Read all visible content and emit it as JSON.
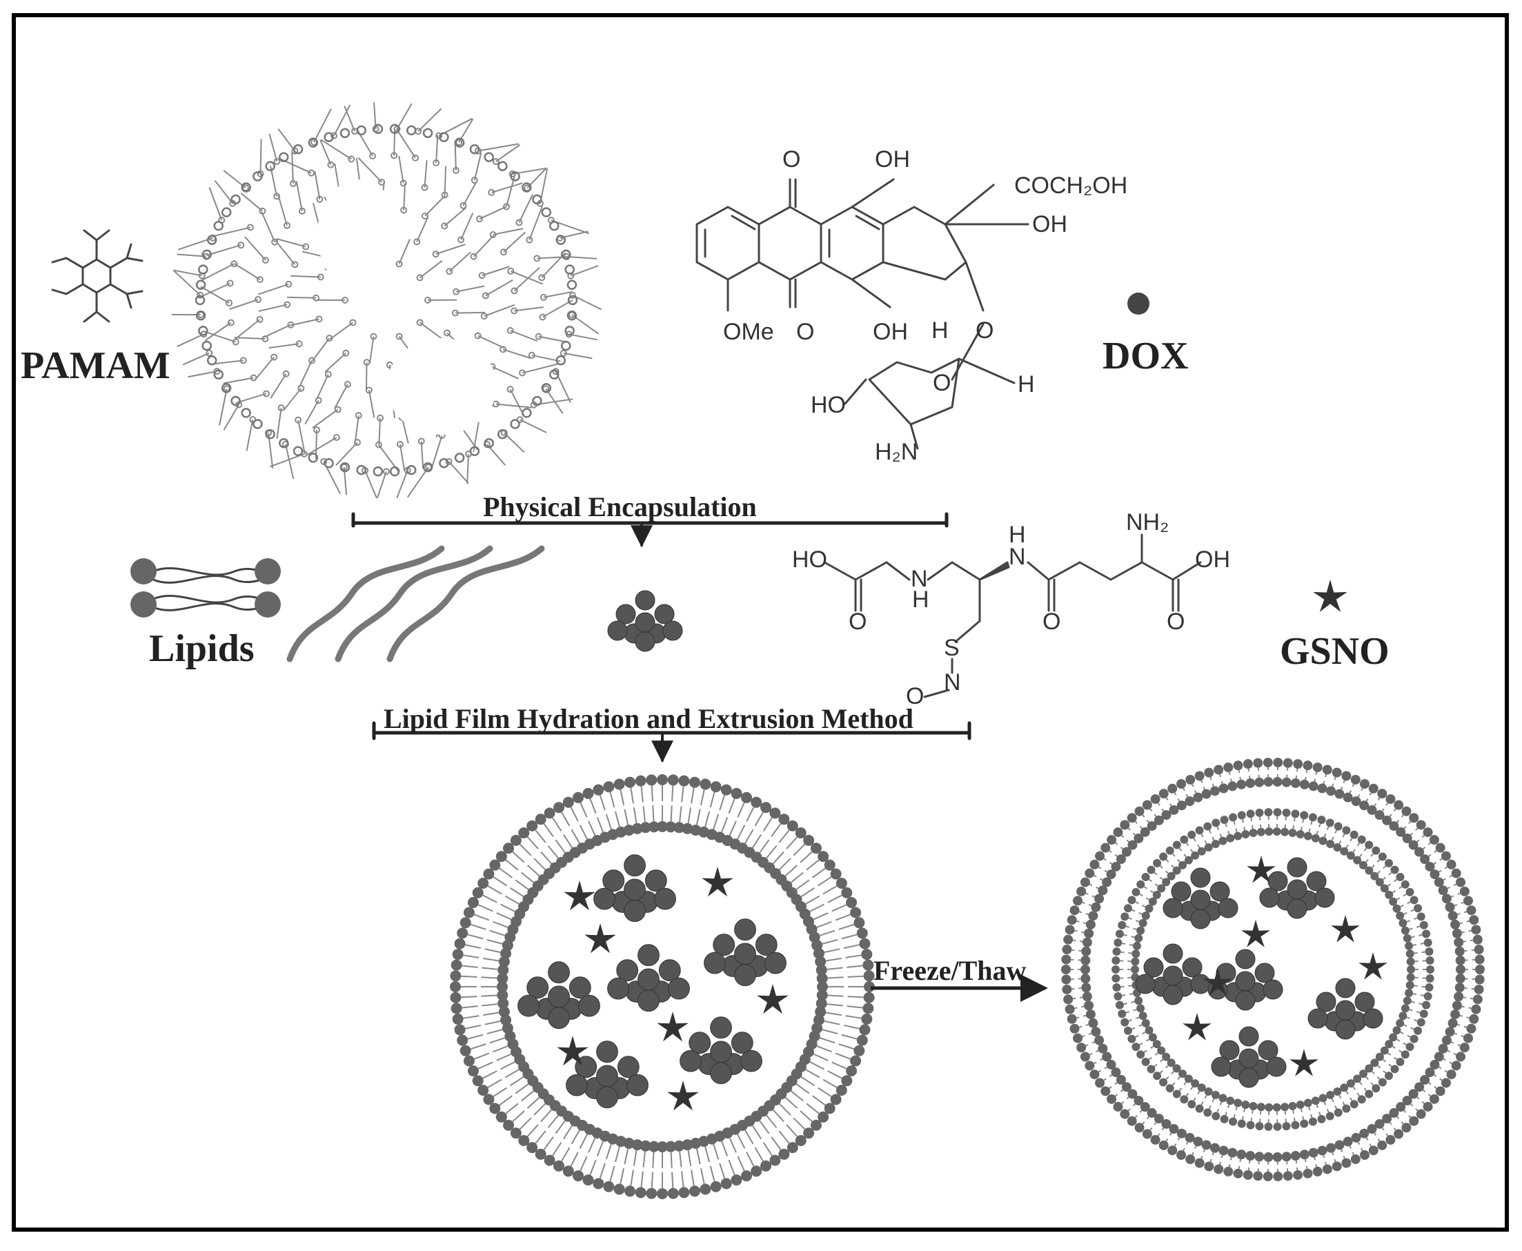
{
  "labels": {
    "pamam": "PAMAM",
    "dox": "DOX",
    "lipids": "Lipids",
    "gsno": "GSNO"
  },
  "steps": {
    "physical_encapsulation": "Physical Encapsulation",
    "lipid_film": "Lipid Film Hydration and Extrusion Method",
    "freeze_thaw": "Freeze/Thaw"
  },
  "dox_structure": {
    "o_top": "O",
    "oh_top": "OH",
    "coch2oh": "COCH₂OH",
    "oh_right": "OH",
    "ome": "OMe",
    "o_bottom": "O",
    "oh_bottom": "OH",
    "h": "H",
    "o_link": "O",
    "ho": "HO",
    "o_ring": "O",
    "h_right": "H",
    "h2n": "H₂N"
  },
  "gsno_structure": {
    "ho": "HO",
    "o1": "O",
    "nh1_h": "H",
    "nh1_n": "N",
    "nh2_h": "H",
    "nh2_n": "N",
    "o2": "O",
    "nh2_top": "NH₂",
    "oh": "OH",
    "o3": "O",
    "s": "S",
    "n": "N",
    "o_nitroso": "O"
  },
  "colors": {
    "ink": "#222222",
    "lipid_head": "#666666",
    "cluster": "#555555",
    "frame": "#000000"
  }
}
